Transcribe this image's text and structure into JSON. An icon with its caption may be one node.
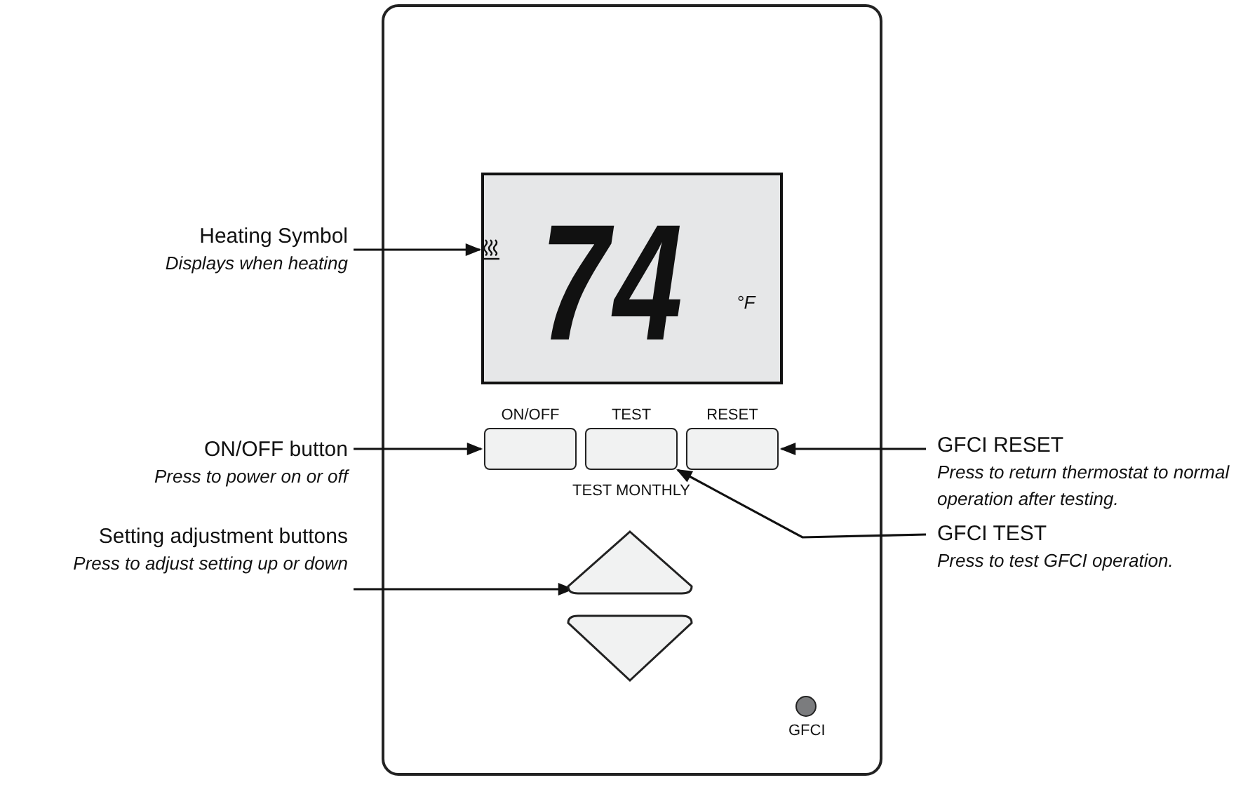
{
  "diagram": {
    "nodes": [
      {
        "text": [],
        "shape": "box"
      },
      {
        "text": [],
        "shape": "box",
        "in": 0
      },
      {
        "text": [],
        "shape": "picture",
        "in": 1
      },
      {
        "text": [
          "ON/OFF"
        ],
        "in": 0
      },
      {
        "text": [
          "TEST"
        ],
        "beside": [
          "TEST MONTHLY"
        ],
        "in": 0
      },
      {
        "text": [
          "RESET"
        ],
        "in": 0
      },
      {
        "text": [],
        "shape": "triangle",
        "in": 0
      },
      {
        "text": [],
        "shape": "triangle",
        "in": 0
      },
      {
        "text": [
          "GFCI"
        ],
        "in": 0
      },
      {
        "text": [
          "Heating Symbol",
          "Displays when heating"
        ]
      },
      {
        "text": [
          "ON/OFF button",
          "Press to power on or off"
        ]
      },
      {
        "text": [
          "Setting adjustment buttons",
          "Press to adjust setting up or down"
        ]
      },
      {
        "text": [
          "GFCI RESET",
          "Press to return thermostat to normal operation after testing."
        ]
      },
      {
        "text": [
          "GFCI TEST",
          "Press to test GFCI operation."
        ]
      }
    ],
    "edges": [
      {
        "from": 9,
        "to": 2,
        "arrow": "to"
      },
      {
        "from": 10,
        "to": 3,
        "arrow": "to"
      },
      {
        "from": 11,
        "to": 6,
        "arrow": "to"
      },
      {
        "from": 12,
        "to": 5,
        "arrow": "to"
      },
      {
        "from": 13,
        "to": 4,
        "arrow": "to"
      }
    ],
    "labels": [
      "74",
      "°F"
    ]
  }
}
